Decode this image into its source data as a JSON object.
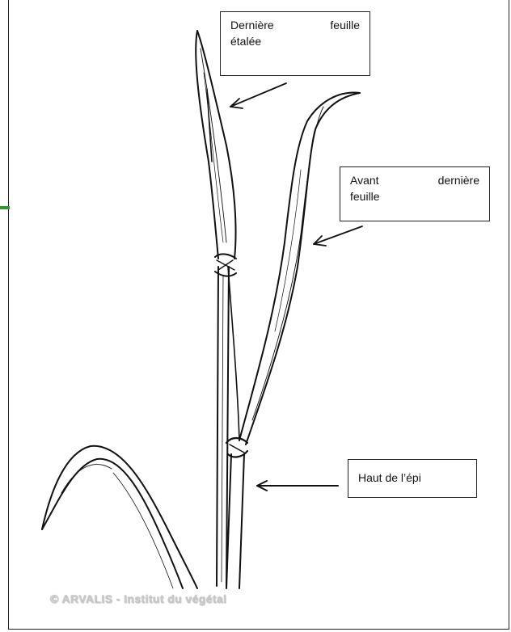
{
  "labels": {
    "last_leaf": {
      "line1": "Dernière     feuille",
      "line2": "étalée"
    },
    "penultimate_leaf": {
      "line1": "Avant      dernière",
      "line2": "feuille"
    },
    "ear_top": {
      "text": "Haut de l’épi"
    }
  },
  "watermark": "© ARVALIS - Institut du végétal",
  "colors": {
    "ink": "#111111",
    "frame": "#222222",
    "accent_tick": "#2e9a2e",
    "watermark": "#c9c9c9"
  }
}
